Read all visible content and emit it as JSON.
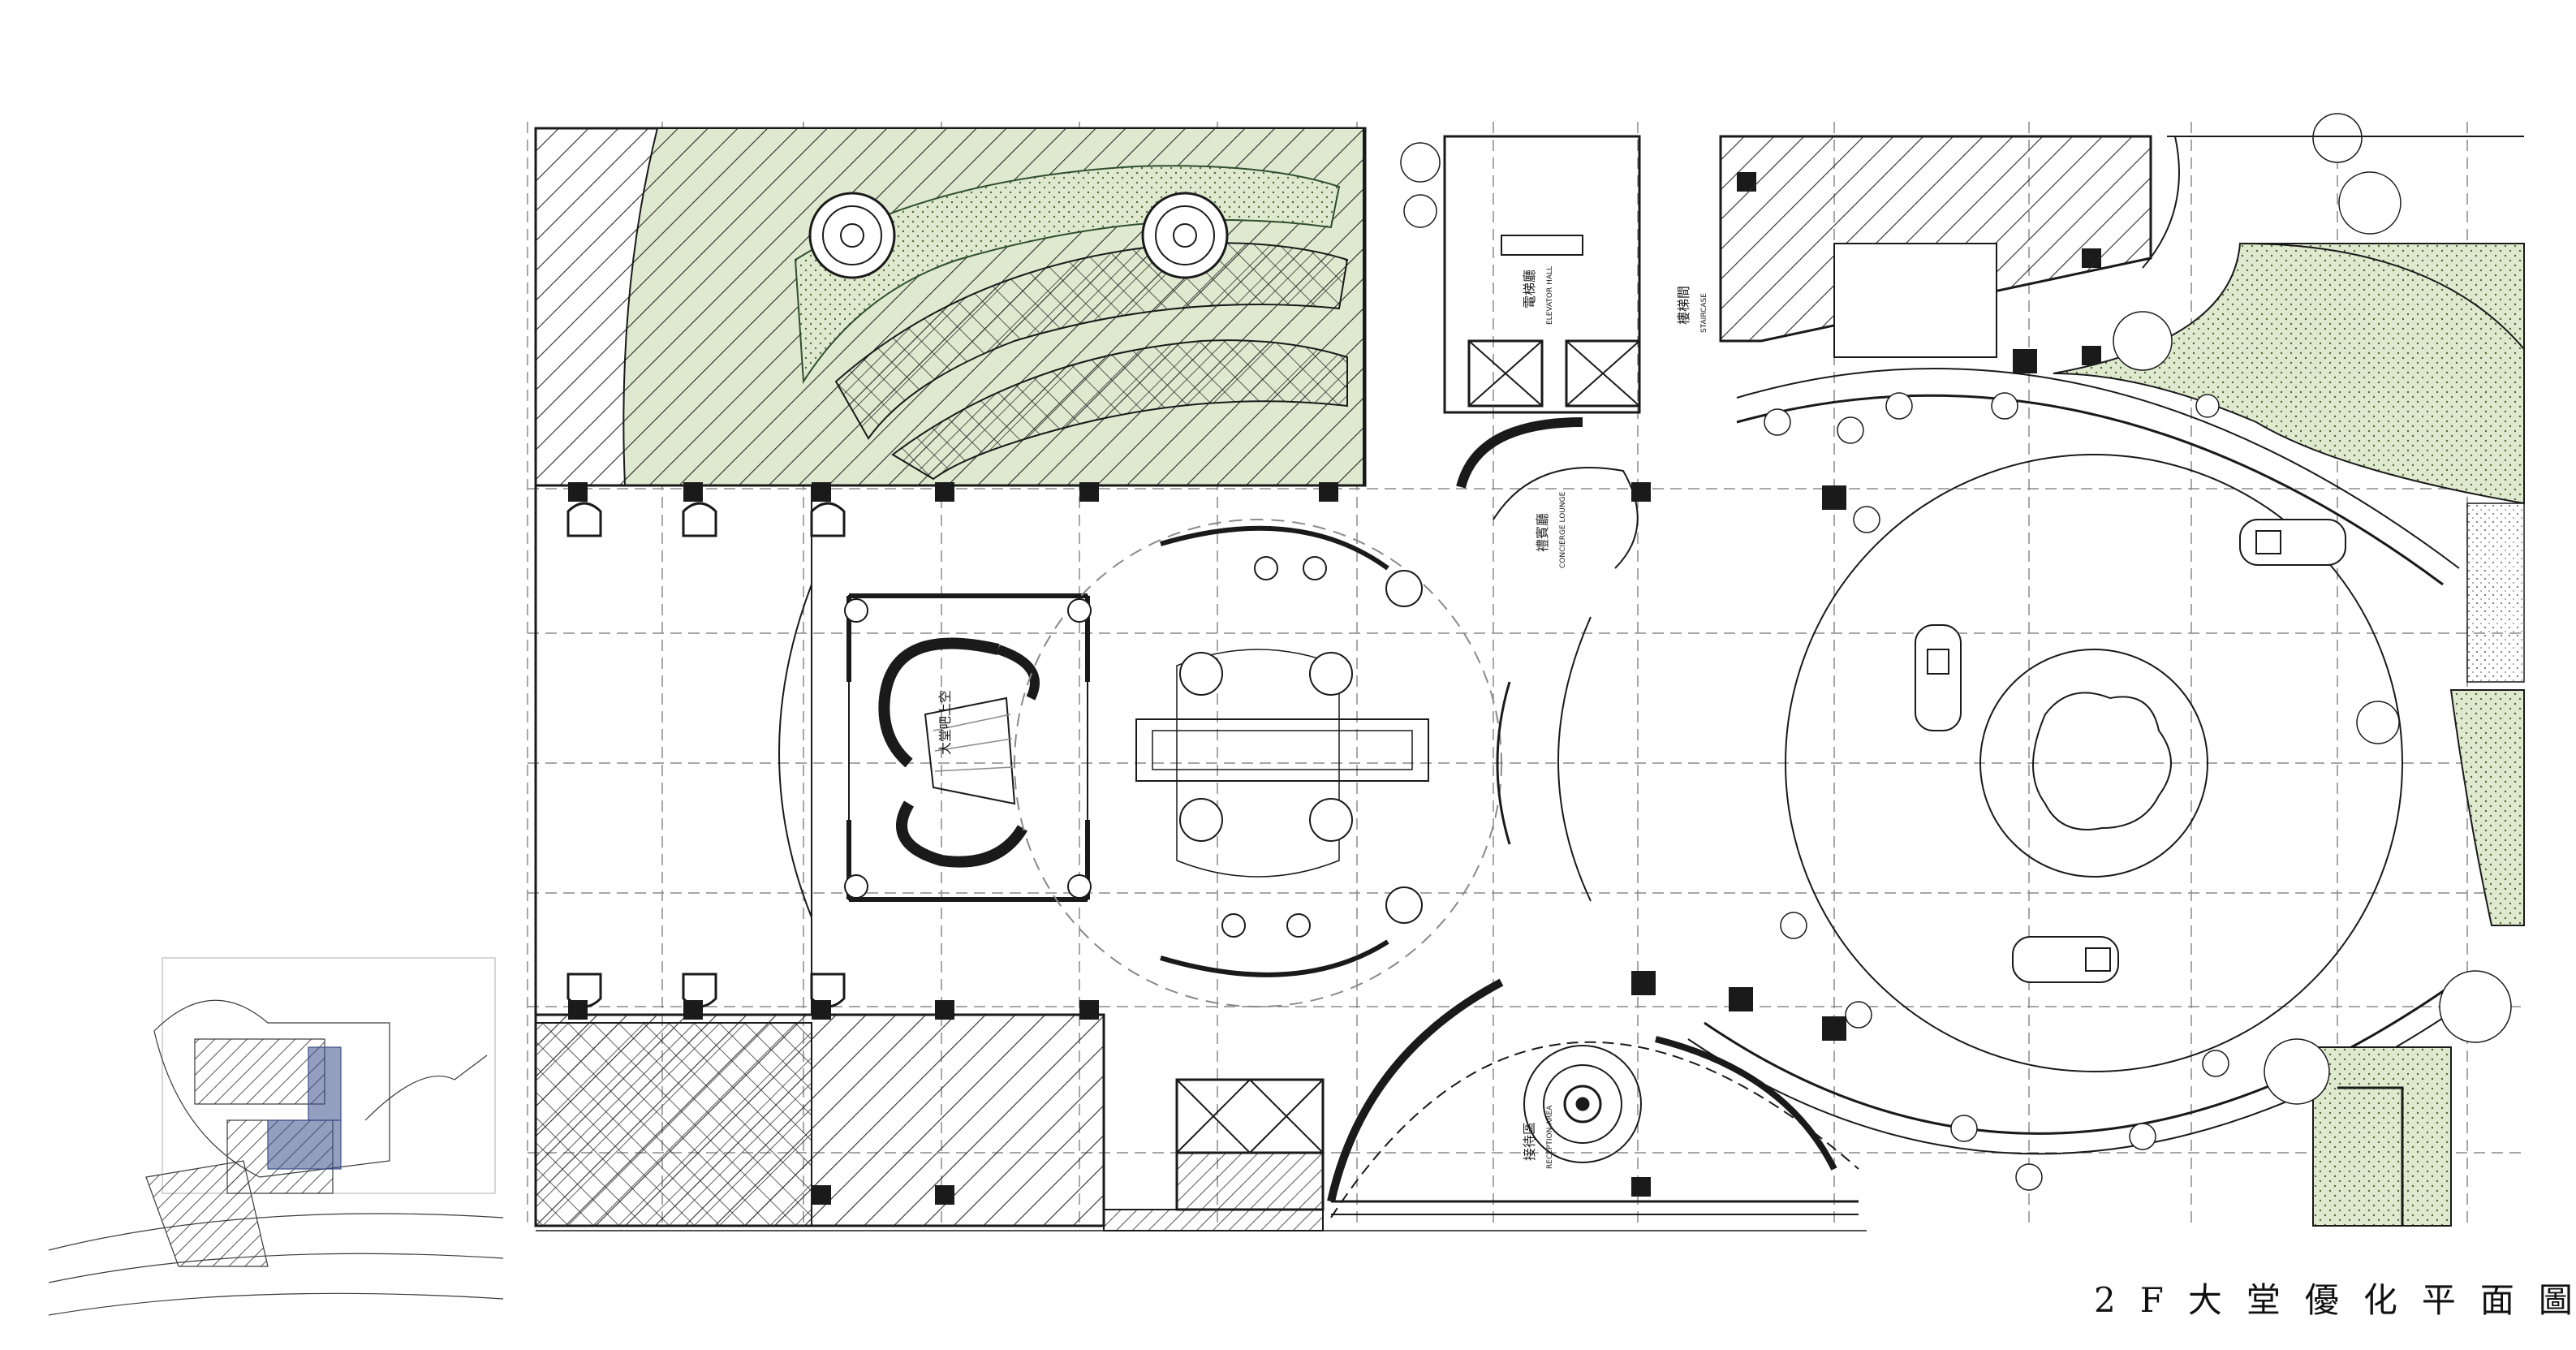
{
  "drawing": {
    "title": "2F大堂優化平面圖"
  },
  "rooms": {
    "lift_hall": "電梯廳",
    "lift_hall_en": "ELEVATOR HALL",
    "concierge": "禮賓廳",
    "concierge_en": "CONCIERGE LOUNGE",
    "grand_stair": "大堂吧上空",
    "reception": "接待區",
    "reception_en": "RECEPTION AREA",
    "fire_stair": "樓梯間",
    "fire_stair_en": "STAIRCASE"
  },
  "colors": {
    "line": "#1a1a1a",
    "hatch": "#2a2a2a",
    "green_fill": "#dfe9cf",
    "light_line": "#8a8a8a",
    "keyplan_highlight": "#3d4f8a"
  }
}
